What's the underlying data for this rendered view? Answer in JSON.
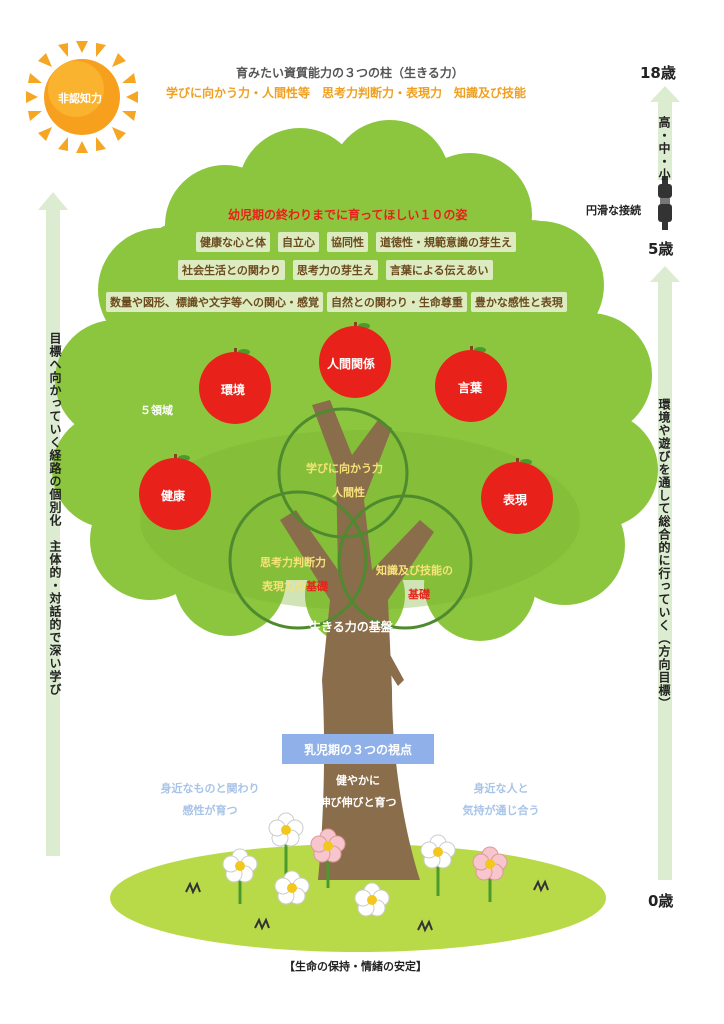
{
  "sun": {
    "label": "非認知力",
    "icon": "sun-icon"
  },
  "header": {
    "title": "育みたい資質能力の３つの柱（生きる力）",
    "pillars": "学びに向かう力・人間性等　思考力判断力・表現力　知識及び技能"
  },
  "ages": {
    "top": "18歳",
    "mid": "5歳",
    "bottom": "0歳"
  },
  "right_column": {
    "upper": "高・中・小",
    "connector": "円滑な接続",
    "lower": "環境や遊びを通して総合的に行っていく（方向目標）"
  },
  "left_column": {
    "text": "目標へ向かっていく経路の個別化　主体的・対話的で深い学び"
  },
  "canopy": {
    "title": "幼児期の終わりまでに育ってほしい１０の姿",
    "row1": [
      "健康な心と体",
      "自立心",
      "協同性",
      "道徳性・規範意識の芽生え"
    ],
    "row2": [
      "社会生活との関わり",
      "思考力の芽生え",
      "言葉による伝えあい"
    ],
    "row3": [
      "数量や図形、標識や文字等への関心・感覚",
      "自然との関わり・生命尊重",
      "豊かな感性と表現"
    ]
  },
  "five_domains": {
    "label": "５領域",
    "apples": [
      "人間関係",
      "環境",
      "言葉",
      "健康",
      "表現"
    ]
  },
  "core_circles": {
    "top_line1": "学びに向かう力",
    "top_line2": "人間性",
    "left_line1": "思考力判断力",
    "left_line2a": "表現力の",
    "left_line2b": "基礎",
    "right_line1": "知識及び技能の",
    "right_line2": "基礎"
  },
  "foundation": "生きる力の基盤",
  "infant": {
    "box": "乳児期の３つの視点",
    "left_1": "身近なものと関わり",
    "left_2": "感性が育つ",
    "center_1": "健やかに",
    "center_2": "伸び伸びと育つ",
    "right_1": "身近な人と",
    "right_2": "気持が通じ合う"
  },
  "ground": "【生命の保持・情緒の安定】",
  "colors": {
    "canopy": "#8cc63f",
    "canopy_dark": "#79b32f",
    "trunk": "#8a6d4b",
    "apple": "#e8221b",
    "arrow": "#dcecd0",
    "ground": "#b9da48",
    "blue_box": "#8fb0e8",
    "red_text": "#e8221b",
    "orange_text": "#f0a020"
  }
}
